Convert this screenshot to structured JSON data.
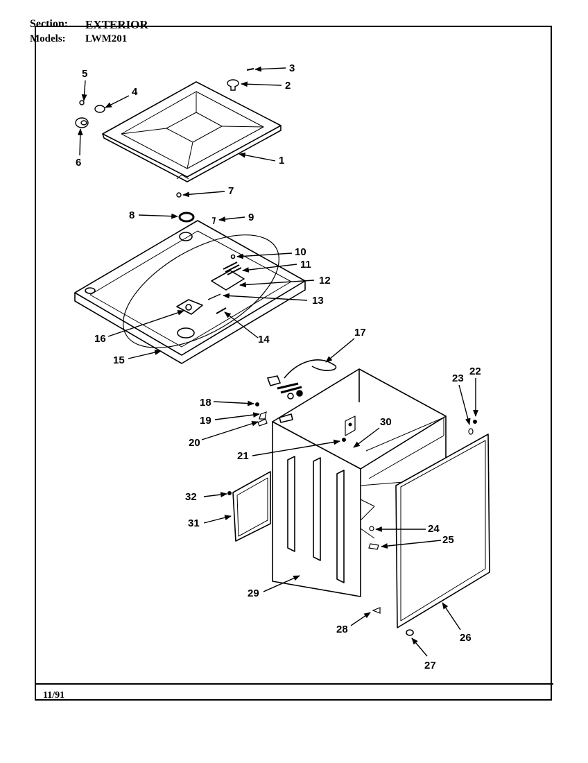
{
  "header": {
    "section_label": "Section:",
    "section_value": "EXTERIOR",
    "models_label": "Models:",
    "models_value": "LWM201"
  },
  "footer": {
    "date": "11/91"
  },
  "callouts": {
    "c1": "1",
    "c2": "2",
    "c3": "3",
    "c4": "4",
    "c5": "5",
    "c6": "6",
    "c7": "7",
    "c8": "8",
    "c9": "9",
    "c10": "10",
    "c11": "11",
    "c12": "12",
    "c13": "13",
    "c14": "14",
    "c15": "15",
    "c16": "16",
    "c17": "17",
    "c18": "18",
    "c19": "19",
    "c20": "20",
    "c21": "21",
    "c22": "22",
    "c23": "23",
    "c24": "24",
    "c25": "25",
    "c26": "26",
    "c27": "27",
    "c28": "28",
    "c29": "29",
    "c30": "30",
    "c31": "31",
    "c32": "32"
  }
}
